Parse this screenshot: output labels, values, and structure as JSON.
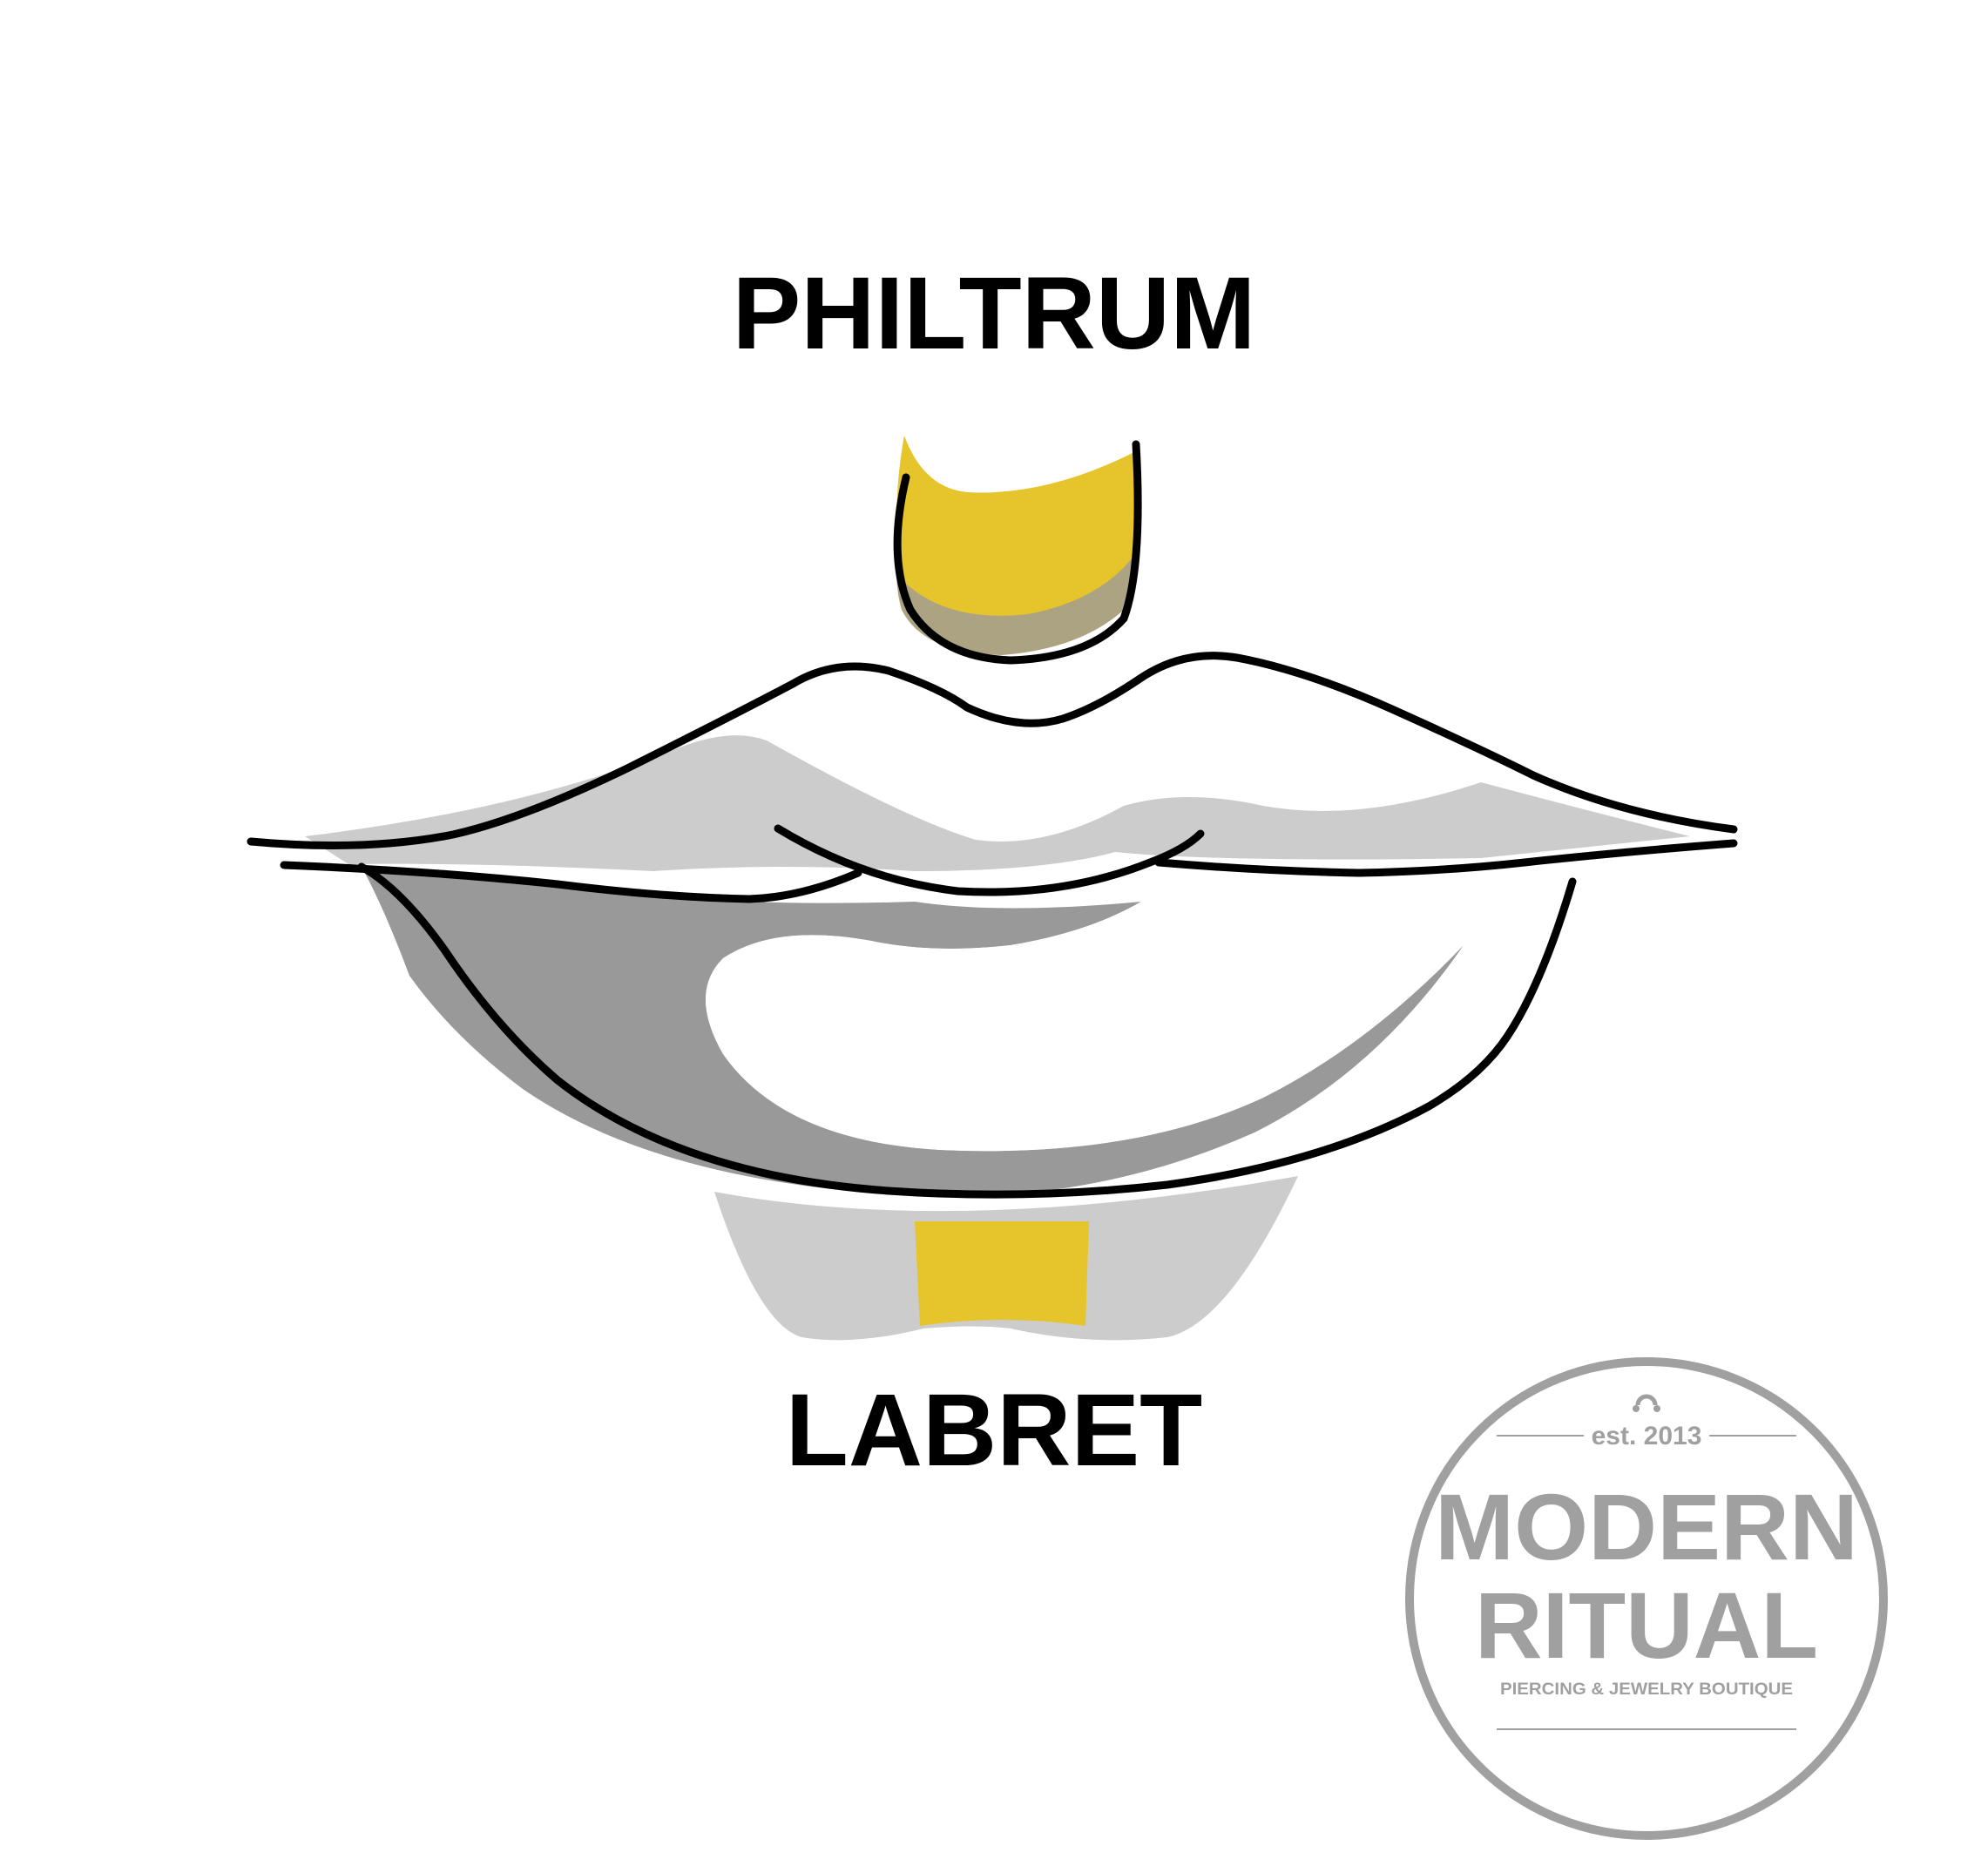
{
  "labels": {
    "philtrum": "PHILTRUM",
    "labret": "LABRET"
  },
  "logo": {
    "established": "est. 2013",
    "name_line1": "MODERN",
    "name_line2": "RITUAL",
    "tagline": "PIERCING & JEWELRY BOUTIQUE",
    "icon": "horseshoe-ring-icon"
  },
  "colors": {
    "jewelry_yellow": "#e6c42c",
    "jewelry_shadow": "#aca383",
    "lip_light": "#cccccc",
    "lip_dark": "#999999",
    "outline": "#000000",
    "logo_gray": "#a0a0a0"
  }
}
